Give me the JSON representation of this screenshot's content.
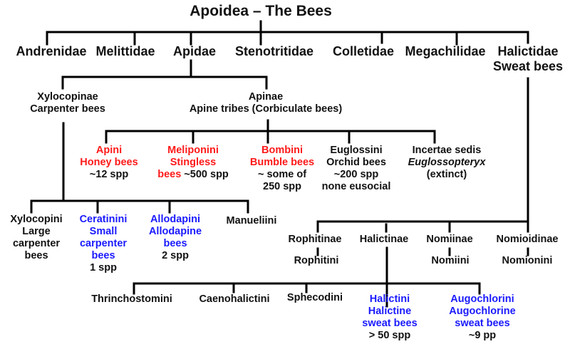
{
  "title": "Apoidea – The Bees",
  "colors": {
    "eusocial_highlight": "#ff1a1a",
    "small_carpenter_and_sweat_highlight": "#1a1aff",
    "default_text": "#111111",
    "connector": "#000000"
  },
  "families": [
    {
      "name": "Andrenidae"
    },
    {
      "name": "Melittidae"
    },
    {
      "name": "Apidae"
    },
    {
      "name": "Stenotritidae"
    },
    {
      "name": "Colletidae"
    },
    {
      "name": "Megachilidae"
    },
    {
      "name": "Halictidae",
      "common": "Sweat bees"
    }
  ],
  "apidae": {
    "xylocopinae": {
      "name": "Xylocopinae",
      "common": "Carpenter bees"
    },
    "apinae": {
      "name": "Apinae",
      "common": "Apine tribes (Corbiculate bees)"
    }
  },
  "apine_tribes": [
    {
      "name": "Apini",
      "common": "Honey bees",
      "species": "~12 spp",
      "color": "red"
    },
    {
      "name": "Meliponini",
      "common_1": "Stingless",
      "common_2": "bees",
      "species": "~500 spp",
      "color": "red"
    },
    {
      "name": "Bombini",
      "common": "Bumble bees",
      "species_1": "~ some of",
      "species_2": "250 spp",
      "color": "red"
    },
    {
      "name": "Euglossini",
      "common": "Orchid bees",
      "species": "~200 spp",
      "note": "none eusocial",
      "color": "black"
    },
    {
      "name": "Incertae sedis",
      "genus": "Euglossopteryx",
      "note": "(extinct)",
      "color": "black"
    }
  ],
  "xylocopine_tribes": [
    {
      "name": "Xylocopini",
      "common_1": "Large",
      "common_2": "carpenter",
      "common_3": "bees",
      "color": "black"
    },
    {
      "name": "Ceratinini",
      "common_1": "Small",
      "common_2": "carpenter",
      "common_3": "bees",
      "species": "1 spp",
      "color": "blue"
    },
    {
      "name": "Allodapini",
      "common_1": "Allodapine",
      "common_2": "bees",
      "species": "2 spp",
      "color": "blue"
    },
    {
      "name": "Manueliini",
      "color": "black"
    }
  ],
  "halictid_subfamilies": [
    {
      "name": "Rophitinae",
      "tribe": "Rophitini"
    },
    {
      "name": "Halictinae"
    },
    {
      "name": "Nomiinae",
      "tribe": "Nomiini"
    },
    {
      "name": "Nomioidinae",
      "tribe": "Nomionini"
    }
  ],
  "halictine_tribes": [
    {
      "name": "Thrinchostomini",
      "color": "black"
    },
    {
      "name": "Caenohalictini",
      "color": "black"
    },
    {
      "name": "Sphecodini",
      "color": "black"
    },
    {
      "name": "Halictini",
      "common_1": "Halictine",
      "common_2": "sweat bees",
      "species": "> 50 spp",
      "color": "blue"
    },
    {
      "name": "Augochlorini",
      "common_1": "Augochlorine",
      "common_2": "sweat bees",
      "species": "~9 pp",
      "color": "blue"
    }
  ]
}
